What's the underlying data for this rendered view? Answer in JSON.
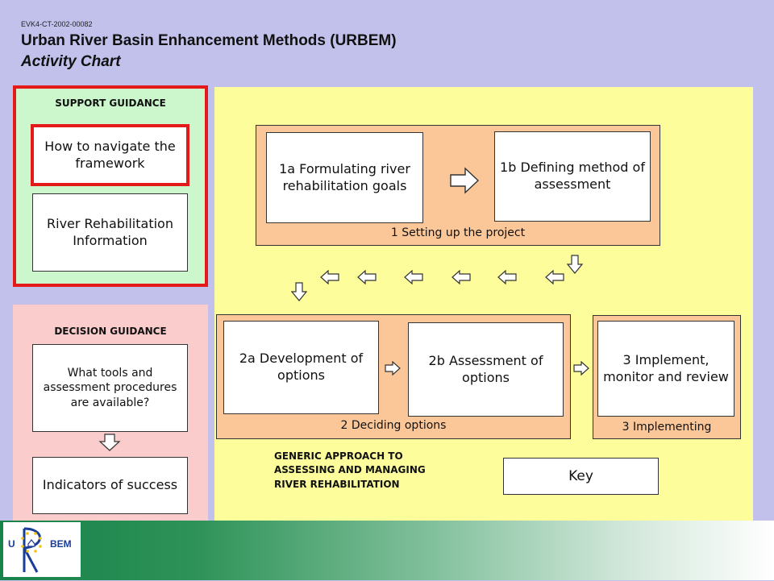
{
  "header": {
    "project_code": "EVK4-CT-2002-00082",
    "title": "Urban River Basin Enhancement Methods (URBEM)",
    "subtitle": "Activity Chart"
  },
  "support": {
    "label": "SUPPORT GUIDANCE",
    "navigate": "How to navigate the framework",
    "river_info": "River Rehabilitation Information"
  },
  "decision": {
    "label": "DECISION GUIDANCE",
    "tools": "What tools and assessment procedures are available?",
    "indicators": "Indicators of success"
  },
  "generic": {
    "setting_up": {
      "label": "1 Setting up the project",
      "goals": "1a Formulating river rehabilitation goals",
      "method": "1b Defining method of assessment"
    },
    "deciding": {
      "label": "2 Deciding options",
      "development": "2a Development of options",
      "assessment": "2b Assessment of options"
    },
    "implementing": {
      "label": "3 Implementing",
      "implement": "3 Implement, monitor and review"
    },
    "approach_label": "GENERIC APPROACH TO ASSESSING AND MANAGING RIVER REHABILITATION",
    "key": "Key"
  },
  "logo": {
    "left": "U",
    "right": "BEM"
  },
  "colors": {
    "background": "#c1c1ec",
    "support_panel": "#ccf7cc",
    "decision_panel": "#fbcccc",
    "generic_panel": "#fdfd9c",
    "stage_group": "#fbc799",
    "highlight": "#e41a1a",
    "footer": "#17824a"
  }
}
